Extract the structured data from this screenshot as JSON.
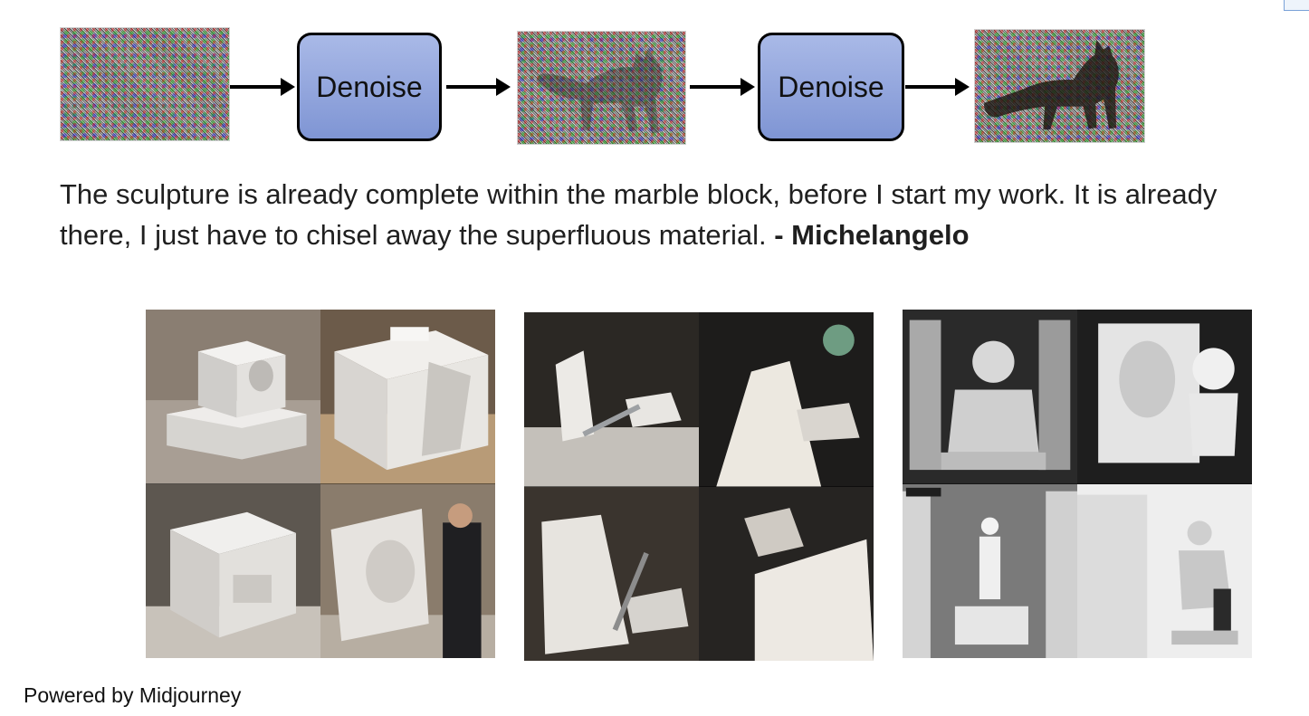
{
  "diagram": {
    "step1_label": "Denoise",
    "step2_label": "Denoise"
  },
  "quote": {
    "text": "The sculpture is already complete within the marble block, before I start my work. It is already there, I just have to chisel away the superfluous material.",
    "author": "- Michelangelo"
  },
  "footer": {
    "text": "Powered by Midjourney"
  },
  "colors": {
    "denoise_box": "#8ea4dc",
    "text": "#1f1f1f",
    "background": "#ffffff"
  }
}
